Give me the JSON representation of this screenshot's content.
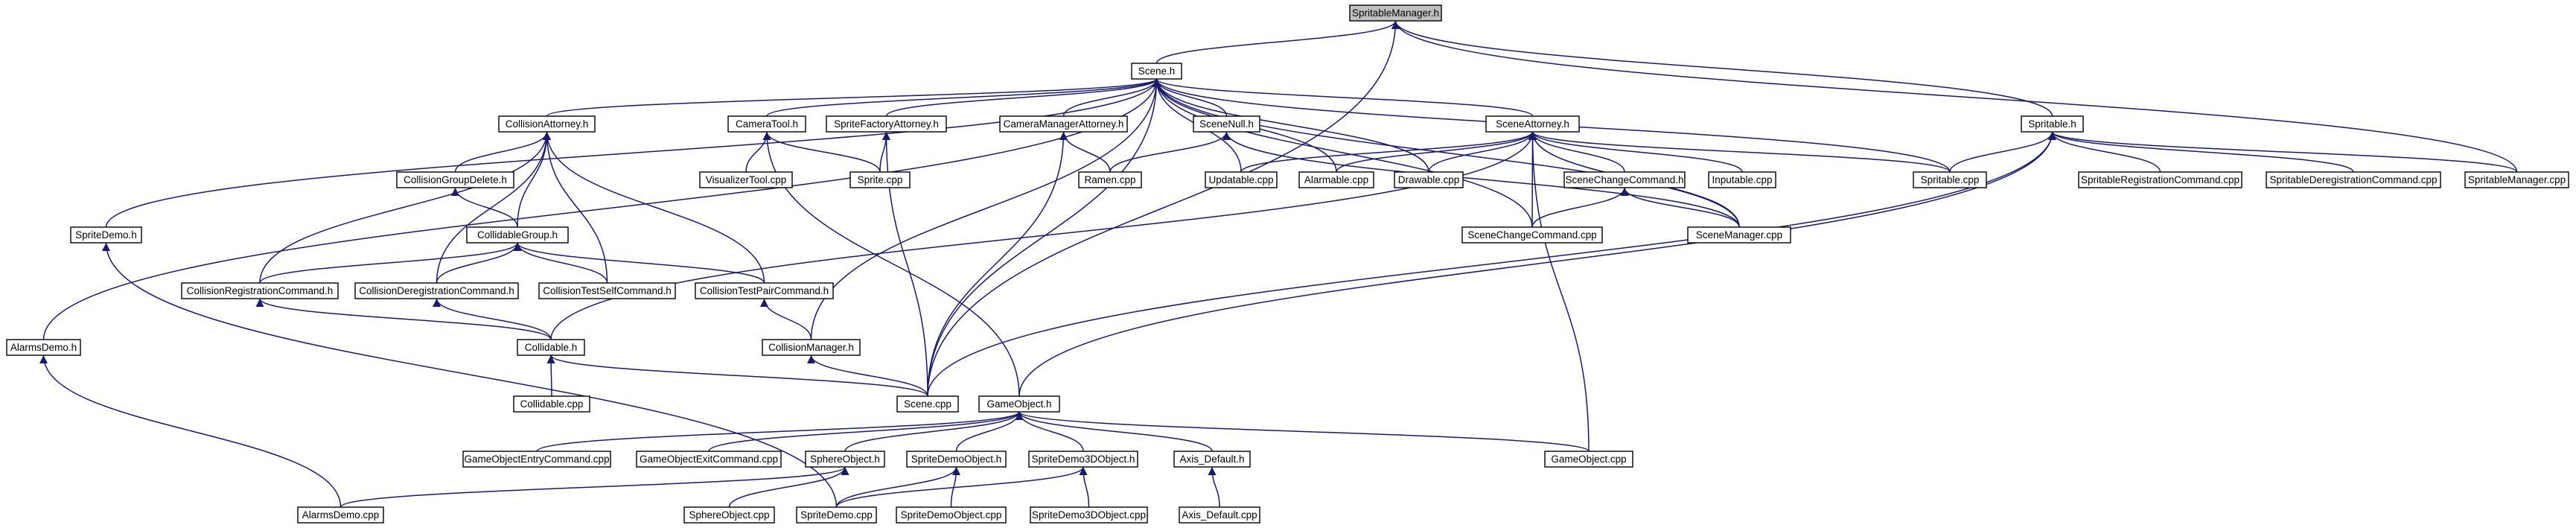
{
  "nodes": {
    "spritable_manager_h": "SpritableManager.h",
    "scene_h": "Scene.h",
    "spritable_h": "Spritable.h",
    "collision_attorney_h": "CollisionAttorney.h",
    "camera_tool_h": "CameraTool.h",
    "sprite_factory_attorney_h": "SpriteFactoryAttorney.h",
    "camera_manager_attorney_h": "CameraManagerAttorney.h",
    "scene_null_h": "SceneNull.h",
    "scene_attorney_h": "SceneAttorney.h",
    "collision_group_delete_h": "CollisionGroupDelete.h",
    "visualizer_tool_cpp": "VisualizerTool.cpp",
    "sprite_cpp": "Sprite.cpp",
    "ramen_cpp": "Ramen.cpp",
    "updatable_cpp": "Updatable.cpp",
    "alarmable_cpp": "Alarmable.cpp",
    "drawable_cpp": "Drawable.cpp",
    "scene_change_command_h": "SceneChangeCommand.h",
    "inputable_cpp": "Inputable.cpp",
    "spritable_cpp": "Spritable.cpp",
    "spritable_registration_command_cpp": "SpritableRegistrationCommand.cpp",
    "spritable_deregistration_command_cpp": "SpritableDeregistrationCommand.cpp",
    "spritable_manager_cpp": "SpritableManager.cpp",
    "sprite_demo_h": "SpriteDemo.h",
    "collidable_group_h": "CollidableGroup.h",
    "scene_change_command_cpp": "SceneChangeCommand.cpp",
    "scene_manager_cpp": "SceneManager.cpp",
    "collision_registration_command_h": "CollisionRegistrationCommand.h",
    "collision_deregistration_command_h": "CollisionDeregistrationCommand.h",
    "collision_test_self_command_h": "CollisionTestSelfCommand.h",
    "collision_test_pair_command_h": "CollisionTestPairCommand.h",
    "alarms_demo_h": "AlarmsDemo.h",
    "collidable_h": "Collidable.h",
    "collision_manager_h": "CollisionManager.h",
    "collidable_cpp": "Collidable.cpp",
    "scene_cpp": "Scene.cpp",
    "game_object_h": "GameObject.h",
    "game_object_entry_command_cpp": "GameObjectEntryCommand.cpp",
    "game_object_exit_command_cpp": "GameObjectExitCommand.cpp",
    "sphere_object_h": "SphereObject.h",
    "sprite_demo_object_h": "SpriteDemoObject.h",
    "sprite_demo_3d_object_h": "SpriteDemo3DObject.h",
    "axis_default_h": "Axis_Default.h",
    "game_object_cpp": "GameObject.cpp",
    "alarms_demo_cpp": "AlarmsDemo.cpp",
    "sphere_object_cpp": "SphereObject.cpp",
    "sprite_demo_cpp": "SpriteDemo.cpp",
    "sprite_demo_object_cpp": "SpriteDemoObject.cpp",
    "sprite_demo_3d_object_cpp": "SpriteDemo3DObject.cpp",
    "axis_default_cpp": "Axis_Default.cpp"
  },
  "edges": [
    [
      "spritable_manager_h",
      "scene_h"
    ],
    [
      "spritable_manager_h",
      "spritable_h"
    ],
    [
      "spritable_manager_h",
      "spritable_manager_cpp"
    ],
    [
      "spritable_manager_h",
      "scene_cpp"
    ],
    [
      "scene_h",
      "collision_attorney_h"
    ],
    [
      "scene_h",
      "camera_tool_h"
    ],
    [
      "scene_h",
      "sprite_factory_attorney_h"
    ],
    [
      "scene_h",
      "camera_manager_attorney_h"
    ],
    [
      "scene_h",
      "scene_null_h"
    ],
    [
      "scene_h",
      "scene_attorney_h"
    ],
    [
      "scene_h",
      "updatable_cpp"
    ],
    [
      "scene_h",
      "alarmable_cpp"
    ],
    [
      "scene_h",
      "drawable_cpp"
    ],
    [
      "scene_h",
      "spritable_cpp"
    ],
    [
      "scene_h",
      "sprite_demo_h"
    ],
    [
      "scene_h",
      "alarms_demo_h"
    ],
    [
      "scene_h",
      "scene_cpp"
    ],
    [
      "scene_h",
      "collision_manager_h"
    ],
    [
      "scene_h",
      "scene_change_command_cpp"
    ],
    [
      "scene_h",
      "scene_manager_cpp"
    ],
    [
      "spritable_h",
      "spritable_cpp"
    ],
    [
      "spritable_h",
      "spritable_registration_command_cpp"
    ],
    [
      "spritable_h",
      "spritable_deregistration_command_cpp"
    ],
    [
      "spritable_h",
      "spritable_manager_cpp"
    ],
    [
      "spritable_h",
      "scene_cpp"
    ],
    [
      "spritable_h",
      "game_object_h"
    ],
    [
      "collision_attorney_h",
      "collision_group_delete_h"
    ],
    [
      "collision_attorney_h",
      "collidable_group_h"
    ],
    [
      "collision_attorney_h",
      "collision_registration_command_h"
    ],
    [
      "collision_attorney_h",
      "collision_deregistration_command_h"
    ],
    [
      "collision_attorney_h",
      "collision_test_self_command_h"
    ],
    [
      "collision_attorney_h",
      "collision_test_pair_command_h"
    ],
    [
      "collision_group_delete_h",
      "collidable_group_h"
    ],
    [
      "collidable_group_h",
      "collision_registration_command_h"
    ],
    [
      "collidable_group_h",
      "collision_deregistration_command_h"
    ],
    [
      "collidable_group_h",
      "collision_test_self_command_h"
    ],
    [
      "collidable_group_h",
      "collision_test_pair_command_h"
    ],
    [
      "camera_tool_h",
      "visualizer_tool_cpp"
    ],
    [
      "camera_tool_h",
      "sprite_cpp"
    ],
    [
      "camera_tool_h",
      "game_object_h"
    ],
    [
      "sprite_factory_attorney_h",
      "sprite_cpp"
    ],
    [
      "sprite_factory_attorney_h",
      "scene_cpp"
    ],
    [
      "camera_manager_attorney_h",
      "ramen_cpp"
    ],
    [
      "camera_manager_attorney_h",
      "scene_cpp"
    ],
    [
      "scene_null_h",
      "ramen_cpp"
    ],
    [
      "scene_null_h",
      "scene_manager_cpp"
    ],
    [
      "scene_attorney_h",
      "updatable_cpp"
    ],
    [
      "scene_attorney_h",
      "alarmable_cpp"
    ],
    [
      "scene_attorney_h",
      "drawable_cpp"
    ],
    [
      "scene_attorney_h",
      "scene_change_command_h"
    ],
    [
      "scene_attorney_h",
      "inputable_cpp"
    ],
    [
      "scene_attorney_h",
      "spritable_cpp"
    ],
    [
      "scene_attorney_h",
      "scene_change_command_cpp"
    ],
    [
      "scene_attorney_h",
      "scene_manager_cpp"
    ],
    [
      "scene_attorney_h",
      "game_object_cpp"
    ],
    [
      "scene_attorney_h",
      "collidable_h"
    ],
    [
      "scene_change_command_h",
      "scene_change_command_cpp"
    ],
    [
      "scene_change_command_h",
      "scene_manager_cpp"
    ],
    [
      "collision_registration_command_h",
      "collidable_h"
    ],
    [
      "collision_deregistration_command_h",
      "collidable_h"
    ],
    [
      "collision_test_pair_command_h",
      "collision_manager_h"
    ],
    [
      "collidable_h",
      "collidable_cpp"
    ],
    [
      "collidable_h",
      "scene_cpp"
    ],
    [
      "collision_manager_h",
      "scene_cpp"
    ],
    [
      "sprite_demo_h",
      "sprite_demo_cpp"
    ],
    [
      "alarms_demo_h",
      "alarms_demo_cpp"
    ],
    [
      "game_object_h",
      "game_object_entry_command_cpp"
    ],
    [
      "game_object_h",
      "game_object_exit_command_cpp"
    ],
    [
      "game_object_h",
      "sphere_object_h"
    ],
    [
      "game_object_h",
      "sprite_demo_object_h"
    ],
    [
      "game_object_h",
      "sprite_demo_3d_object_h"
    ],
    [
      "game_object_h",
      "axis_default_h"
    ],
    [
      "game_object_h",
      "game_object_cpp"
    ],
    [
      "sphere_object_h",
      "alarms_demo_cpp"
    ],
    [
      "sphere_object_h",
      "sphere_object_cpp"
    ],
    [
      "sprite_demo_object_h",
      "sprite_demo_cpp"
    ],
    [
      "sprite_demo_object_h",
      "sprite_demo_object_cpp"
    ],
    [
      "sprite_demo_3d_object_h",
      "sprite_demo_cpp"
    ],
    [
      "sprite_demo_3d_object_h",
      "sprite_demo_3d_object_cpp"
    ],
    [
      "axis_default_h",
      "axis_default_cpp"
    ]
  ],
  "colors": {
    "edge": "#191970",
    "root_fill": "#bfbfbf",
    "node_fill": "#ffffff",
    "border": "#000000"
  }
}
